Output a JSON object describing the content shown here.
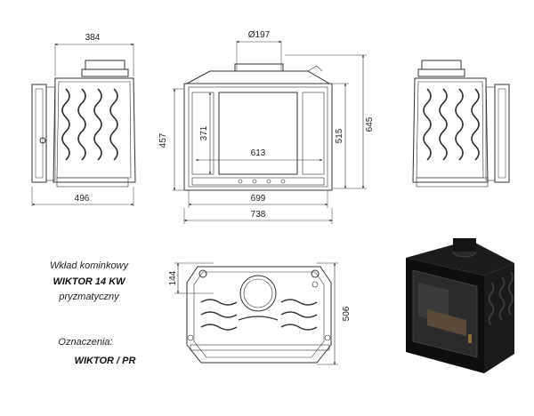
{
  "caption": {
    "line1": "Wkład kominkowy",
    "line2": "WIKTOR 14 KW",
    "line3": "pryzmatyczny",
    "marking_label": "Oznaczenia:",
    "marking_value": "WIKTOR / PR"
  },
  "dims": {
    "side_depth_top": "384",
    "side_depth_bottom": "496",
    "flue_diameter": "Ø197",
    "front_height": "457",
    "glass_height": "371",
    "glass_width": "613",
    "door_height": "515",
    "total_height": "645",
    "front_width_inner": "699",
    "front_width_total": "738",
    "plan_flue_offset": "144",
    "plan_depth": "506"
  }
}
